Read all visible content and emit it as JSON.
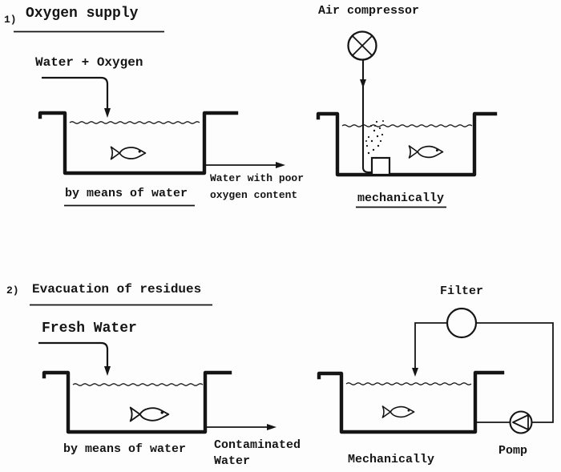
{
  "page": {
    "background": "#fdfdfd",
    "ink_color": "#151515",
    "type": "scanned line diagram"
  },
  "symbols": {
    "compressor": "circle-with-x-cross",
    "filter": "plain-circle",
    "pump": "circle-with-left-pointing-triangle",
    "aerator": "small-box-with-rising-bubbles",
    "fish": "fish-outline",
    "flow": "arrow-line"
  },
  "sections": {
    "oxygen_supply": {
      "index_label": "1)",
      "title": "Oxygen supply",
      "water_method": {
        "inflow_label": "Water + Oxygen",
        "caption": "by means of water",
        "outflow_label_line1": "Water with poor",
        "outflow_label_line2": "oxygen content"
      },
      "mechanical_method": {
        "device_label": "Air compressor",
        "caption": "mechanically"
      }
    },
    "evacuation": {
      "index_label": "2)",
      "title": "Evacuation of residues",
      "water_method": {
        "inflow_label": "Fresh Water",
        "caption": "by means of water",
        "outflow_label_line1": "Contaminated",
        "outflow_label_line2": "Water"
      },
      "mechanical_method": {
        "filter_label": "Filter",
        "pump_label": "Pomp",
        "caption": "Mechanically"
      }
    }
  }
}
